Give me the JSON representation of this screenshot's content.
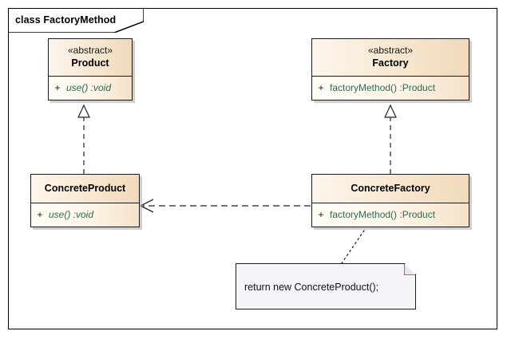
{
  "diagram": {
    "frame_label": "class FactoryMethod",
    "kind": "uml-class-diagram",
    "colors": {
      "frame_border": "#000000",
      "class_border": "#1a1a1a",
      "header_fill_light": "#fdf6ec",
      "header_fill_dark": "#f0d9bb",
      "member_fill_light": "#fffdf9",
      "member_fill_dark": "#f4e2c9",
      "member_text": "#2c6b52",
      "note_fill": "#f7f4f9",
      "connector": "#222222",
      "shadow": "#aaaaaa"
    }
  },
  "classes": [
    {
      "id": "product",
      "stereotype": "«abstract»",
      "name": "Product",
      "members": [
        {
          "visibility": "+",
          "signature": "use() :void",
          "italic": true
        }
      ]
    },
    {
      "id": "factory",
      "stereotype": "«abstract»",
      "name": "Factory",
      "members": [
        {
          "visibility": "+",
          "signature": "factoryMethod() :Product",
          "italic": false
        }
      ]
    },
    {
      "id": "concrete_product",
      "stereotype": "",
      "name": "ConcreteProduct",
      "members": [
        {
          "visibility": "+",
          "signature": "use() :void",
          "italic": true
        }
      ]
    },
    {
      "id": "concrete_factory",
      "stereotype": "",
      "name": "ConcreteFactory",
      "members": [
        {
          "visibility": "+",
          "signature": "factoryMethod() :Product",
          "italic": false
        }
      ]
    }
  ],
  "note": {
    "text": "return new ConcreteProduct();"
  },
  "relationships": [
    {
      "id": "rel-cp-product",
      "type": "realization",
      "from": "concrete_product",
      "to": "product",
      "line": "dashed",
      "arrowhead": "hollow-triangle"
    },
    {
      "id": "rel-cf-factory",
      "type": "realization",
      "from": "concrete_factory",
      "to": "factory",
      "line": "dashed",
      "arrowhead": "hollow-triangle"
    },
    {
      "id": "rel-cf-cp",
      "type": "dependency",
      "from": "concrete_factory",
      "to": "concrete_product",
      "line": "dashed",
      "arrowhead": "open"
    },
    {
      "id": "rel-cf-note",
      "type": "note-anchor",
      "from": "concrete_factory",
      "to": "note",
      "line": "dotted",
      "arrowhead": "none"
    }
  ]
}
